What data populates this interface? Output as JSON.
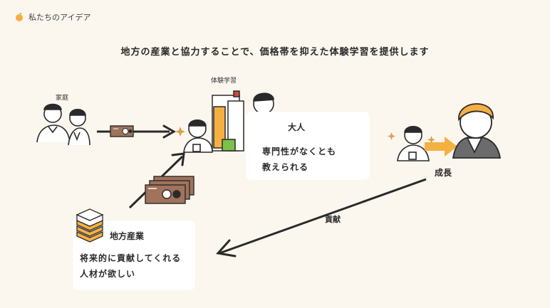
{
  "header": {
    "brand": "私たちのアイデア"
  },
  "headline": "地方の産業と協力することで、価格帯を抑えた体験学習を提供します",
  "diagram": {
    "family_label": "家庭",
    "experience_label": "体験学習",
    "adult_card": {
      "title": "大人",
      "line1": "専門性がなくとも",
      "line2": "教えられる"
    },
    "growth_label": "成長",
    "contribution_label": "貢献",
    "industry_card": {
      "title": "地方産業",
      "line1": "将来的に貢献してくれる",
      "line2": "人材が欲しい"
    }
  },
  "colors": {
    "background": "#fbf6ee",
    "accent_orange": "#f5b042",
    "card": "#ffffff",
    "ink": "#2a2a2a",
    "money": "#a0735a",
    "green": "#7cc24a"
  }
}
